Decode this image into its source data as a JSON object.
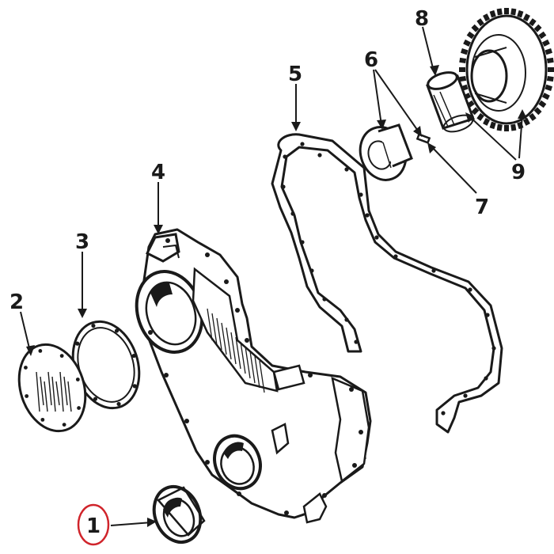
{
  "callouts": [
    {
      "id": "1",
      "text": "1",
      "highlighted": true
    },
    {
      "id": "2",
      "text": "2"
    },
    {
      "id": "3",
      "text": "3"
    },
    {
      "id": "4",
      "text": "4"
    },
    {
      "id": "5",
      "text": "5"
    },
    {
      "id": "6",
      "text": "6"
    },
    {
      "id": "7",
      "text": "7"
    },
    {
      "id": "8",
      "text": "8"
    },
    {
      "id": "9",
      "text": "9"
    }
  ],
  "colors": {
    "ink": "#1a1a1a",
    "highlight": "#d0242b",
    "paper": "#ffffff"
  }
}
